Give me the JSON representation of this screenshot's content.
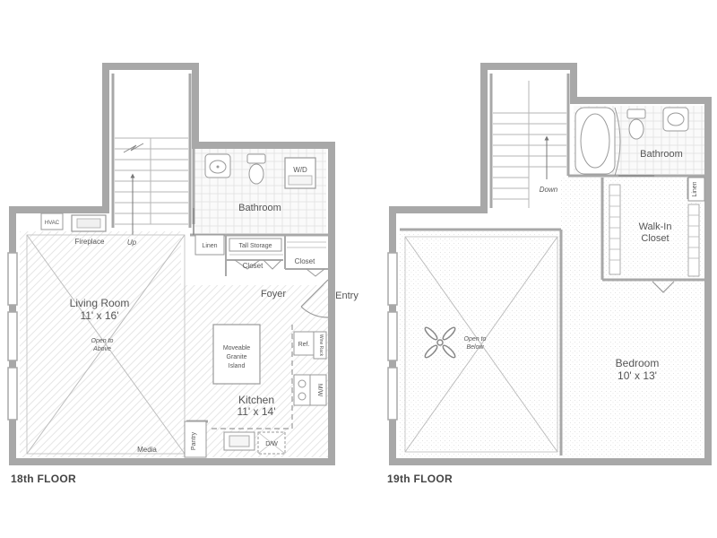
{
  "floor18": {
    "title": "18th FLOOR",
    "hvac": "HVAC",
    "fireplace": "Fireplace",
    "stair_up": "Up",
    "living_room": "Living Room",
    "living_room_size": "11' x 16'",
    "open_to_above_1": "Open to",
    "open_to_above_2": "Above",
    "media": "Media",
    "bathroom": "Bathroom",
    "wd": "W/D",
    "linen": "Linen",
    "tall_storage": "Tall Storage",
    "closet_1": "Closet",
    "closet_2": "Closet",
    "foyer": "Foyer",
    "entry": "Entry",
    "island_1": "Moveable",
    "island_2": "Granite",
    "island_3": "Island",
    "ref": "Ref.",
    "wine_rack": "Wine Rack",
    "mw": "M/W",
    "kitchen": "Kitchen",
    "kitchen_size": "11' x 14'",
    "pantry": "Pantry",
    "dw": "D/W"
  },
  "floor19": {
    "title": "19th FLOOR",
    "stair_down": "Down",
    "bathroom": "Bathroom",
    "linen": "Linen",
    "walkin_1": "Walk-In",
    "walkin_2": "Closet",
    "open_to_below_1": "Open to",
    "open_to_below_2": "Below",
    "bedroom": "Bedroom",
    "bedroom_size": "10' x 13'"
  },
  "colors": {
    "wall": "#a8a8a8",
    "line": "#8a8a8a",
    "text": "#555555",
    "hatch": "#e4e4e4"
  }
}
